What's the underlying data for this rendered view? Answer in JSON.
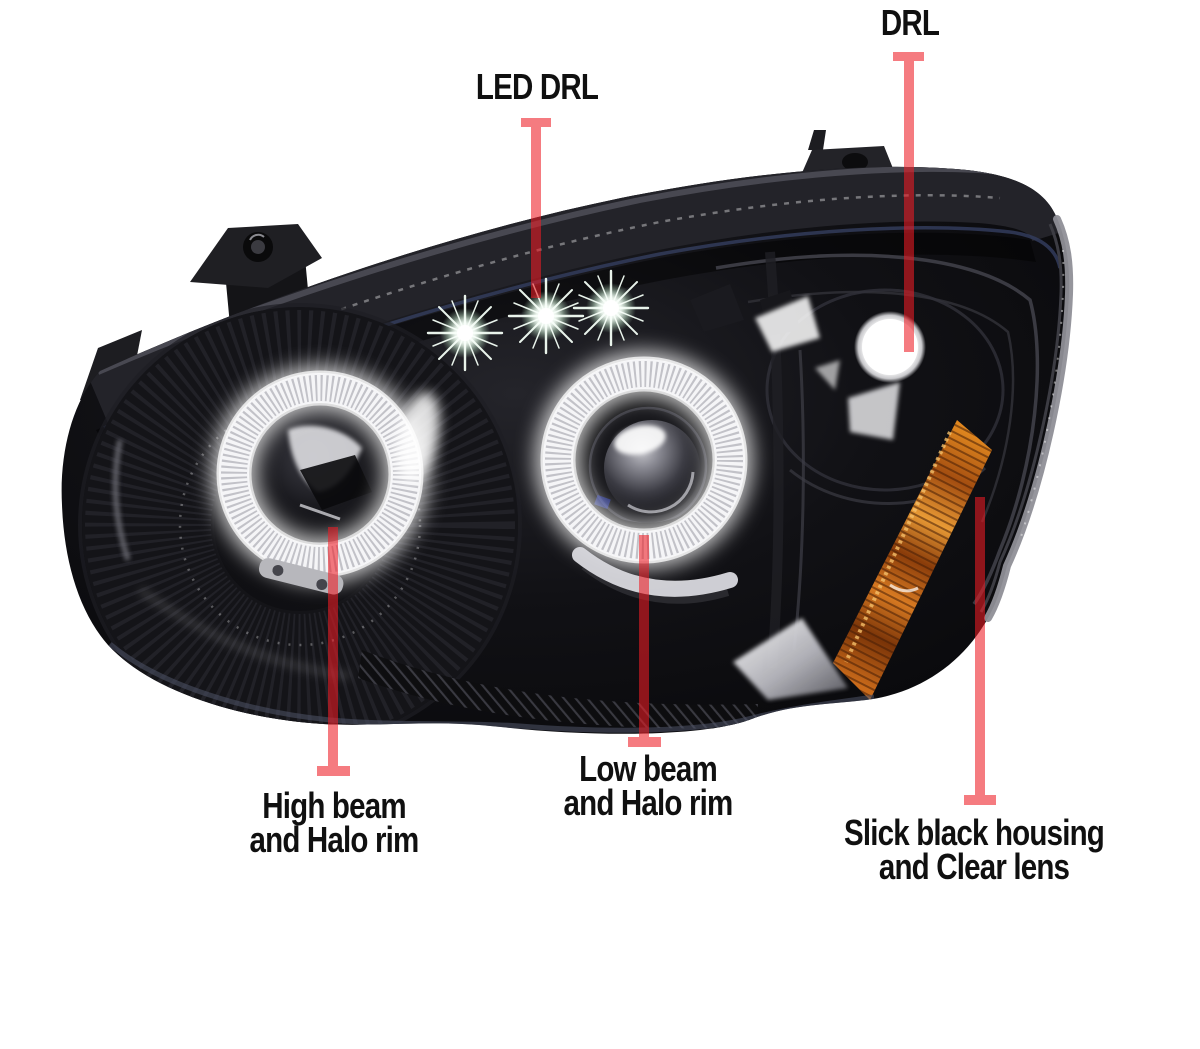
{
  "figure": {
    "title": "Annotated projector headlight product photo",
    "background_color": "#ffffff"
  },
  "annotations": {
    "line_color": "rgba(237,28,36,0.58)",
    "text_color": "#101010",
    "labels": [
      {
        "id": "led-drl",
        "lines": [
          "LED DRL"
        ]
      },
      {
        "id": "drl",
        "lines": [
          "DRL"
        ]
      },
      {
        "id": "high-beam",
        "lines": [
          "High beam",
          "and Halo rim"
        ]
      },
      {
        "id": "low-beam",
        "lines": [
          "Low beam",
          "and Halo rim"
        ]
      },
      {
        "id": "housing",
        "lines": [
          "Slick black housing",
          "and Clear lens"
        ]
      }
    ]
  },
  "product_features": {
    "halo_ring_color": "#ffffff",
    "housing_color": "#0b0b0d",
    "side_reflector_color": "#c9701d",
    "led_drl_count": 3
  }
}
